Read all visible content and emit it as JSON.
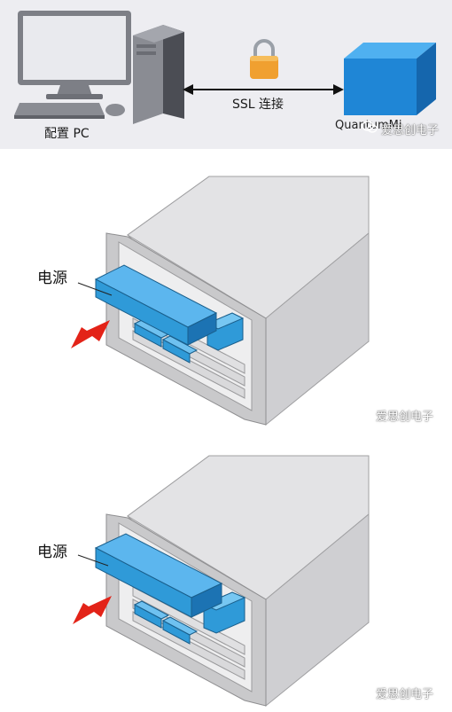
{
  "top_panel": {
    "pc_label": "配置 PC",
    "ssl_label": "SSL 连接",
    "device_label": "QuantumMi",
    "watermark": "爱思创电子"
  },
  "middle_panel": {
    "callout_label": "电源",
    "watermark": "爱思创电子"
  },
  "bottom_panel": {
    "callout_label": "电源",
    "watermark": "爱思创电子"
  },
  "colors": {
    "module_blue": "#2f9ad8",
    "arrow_red": "#e32318",
    "lock_orange": "#f0a030",
    "chassis_gray": "#d9d9db"
  }
}
